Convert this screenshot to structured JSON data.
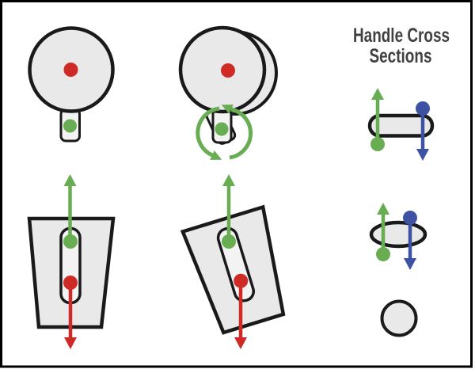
{
  "title": {
    "line1": "Handle Cross",
    "line2": "Sections"
  },
  "colors": {
    "background": "#ffffff",
    "frame": "#000000",
    "outline": "#1a1a1a",
    "shape_fill": "#e9e9e9",
    "handle_fill": "#f3f3f3",
    "red": "#ce2a26",
    "green": "#68ad52",
    "blue": "#3e52a3",
    "text": "#414042"
  },
  "icons": {
    "rotation_arrows": "two circular green arcs with arrowheads (counterclockwise twist)",
    "up_arrow": "straight arrow pointing up with round tail dot",
    "down_arrow": "straight arrow pointing down with round tail dot"
  }
}
